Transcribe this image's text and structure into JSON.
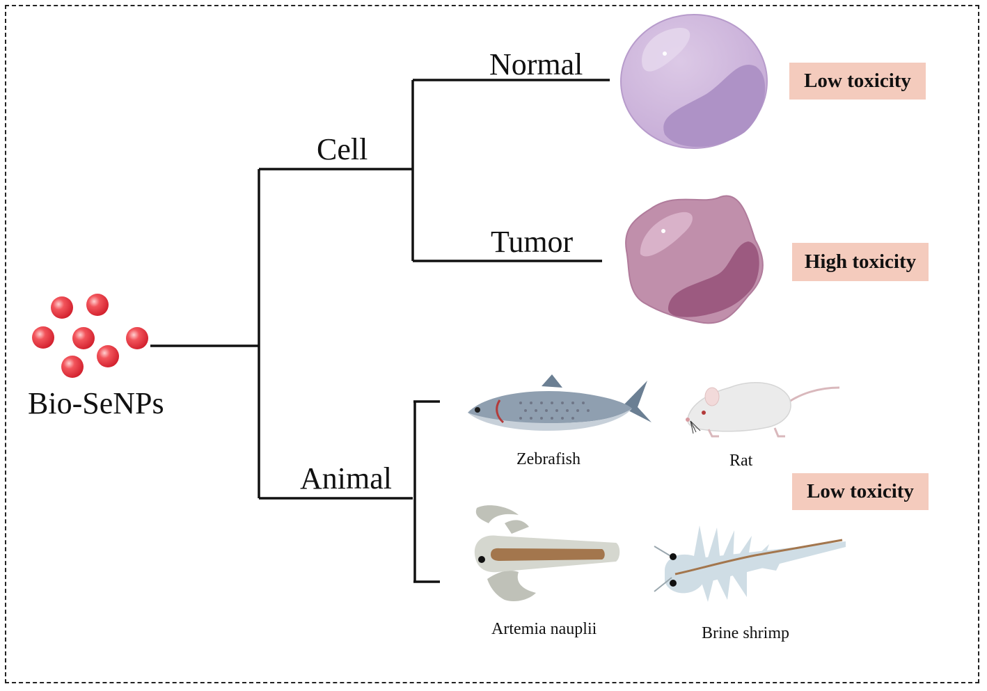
{
  "root": {
    "label": "Bio-SeNPs"
  },
  "branches": {
    "cell": {
      "label": "Cell",
      "normal": {
        "label": "Normal",
        "result": "Low toxicity"
      },
      "tumor": {
        "label": "Tumor",
        "result": "High toxicity"
      }
    },
    "animal": {
      "label": "Animal",
      "result": "Low toxicity",
      "organisms": [
        "Zebrafish",
        "Rat",
        "Artemia nauplii",
        "Brine shrimp"
      ]
    }
  },
  "colors": {
    "nanoparticle": "#e8343f",
    "normal_cell": "#cdb6da",
    "tumor_cell": "#c08fab",
    "badge": "#f4cbbd",
    "lines": "#111111"
  },
  "icons": [
    "nanoparticle-cluster-icon",
    "normal-cell-icon",
    "tumor-cell-icon",
    "zebrafish-icon",
    "rat-icon",
    "artemia-nauplii-icon",
    "brine-shrimp-icon"
  ]
}
